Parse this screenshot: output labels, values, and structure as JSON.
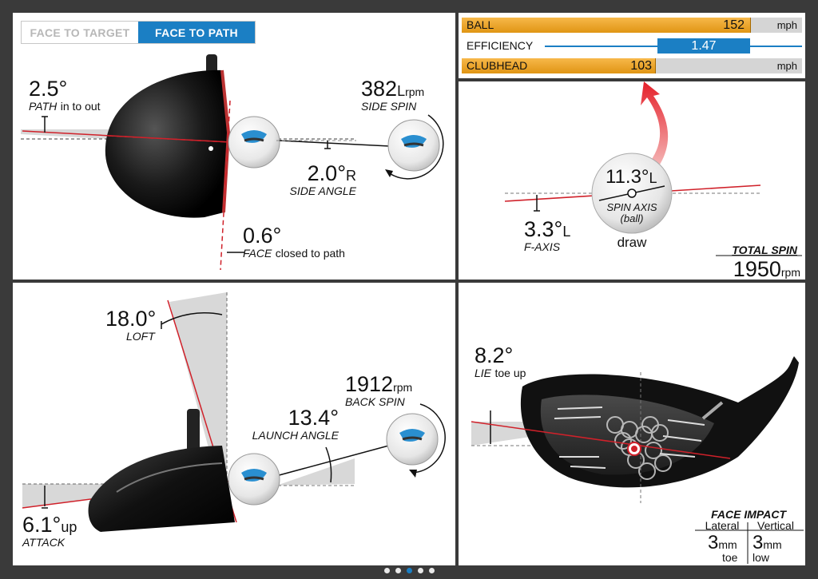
{
  "tabs": [
    {
      "label": "FACE TO TARGET",
      "active": false
    },
    {
      "label": "FACE TO PATH",
      "active": true
    }
  ],
  "path": {
    "value": "2.5°",
    "label_it": "PATH",
    "label_rest": "in to out"
  },
  "side_spin": {
    "value": "382",
    "dir": "L",
    "unit": "rpm",
    "label": "SIDE SPIN"
  },
  "side_angle": {
    "value": "2.0°",
    "dir": "R",
    "label": "SIDE ANGLE"
  },
  "face": {
    "value": "0.6°",
    "label_it": "FACE",
    "label_rest": "closed to path"
  },
  "speeds": {
    "ball": {
      "label": "BALL",
      "value": "152",
      "unit": "mph",
      "fill": 0.85
    },
    "efficiency": {
      "label": "EFFICIENCY",
      "value": "1.47"
    },
    "clubhead": {
      "label": "CLUBHEAD",
      "value": "103",
      "unit": "mph",
      "fill": 0.57
    }
  },
  "spin_axis": {
    "value": "11.3°",
    "dir": "L",
    "label1": "SPIN AXIS",
    "label2": "(ball)",
    "shape": "draw"
  },
  "f_axis": {
    "value": "3.3°",
    "dir": "L",
    "label": "F-AXIS"
  },
  "total_spin": {
    "label": "TOTAL SPIN",
    "value": "1950",
    "unit": "rpm"
  },
  "loft": {
    "value": "18.0°",
    "label": "LOFT"
  },
  "launch_angle": {
    "value": "13.4°",
    "label": "LAUNCH ANGLE"
  },
  "back_spin": {
    "value": "1912",
    "unit": "rpm",
    "label": "BACK SPIN"
  },
  "attack": {
    "value": "6.1°",
    "dir": "up",
    "label": "ATTACK"
  },
  "lie": {
    "value": "8.2°",
    "label_it": "LIE",
    "label_rest": "toe up"
  },
  "face_impact": {
    "title": "FACE IMPACT",
    "lateral_label": "Lateral",
    "vertical_label": "Vertical",
    "lateral_value": "3",
    "vertical_value": "3",
    "unit": "mm",
    "lateral_dir": "toe",
    "vertical_dir": "low"
  },
  "colors": {
    "accent": "#1b7fc4",
    "bar_orange": "#f0a020",
    "red_line": "#d0212a"
  },
  "pager": {
    "count": 5,
    "active": 2
  }
}
